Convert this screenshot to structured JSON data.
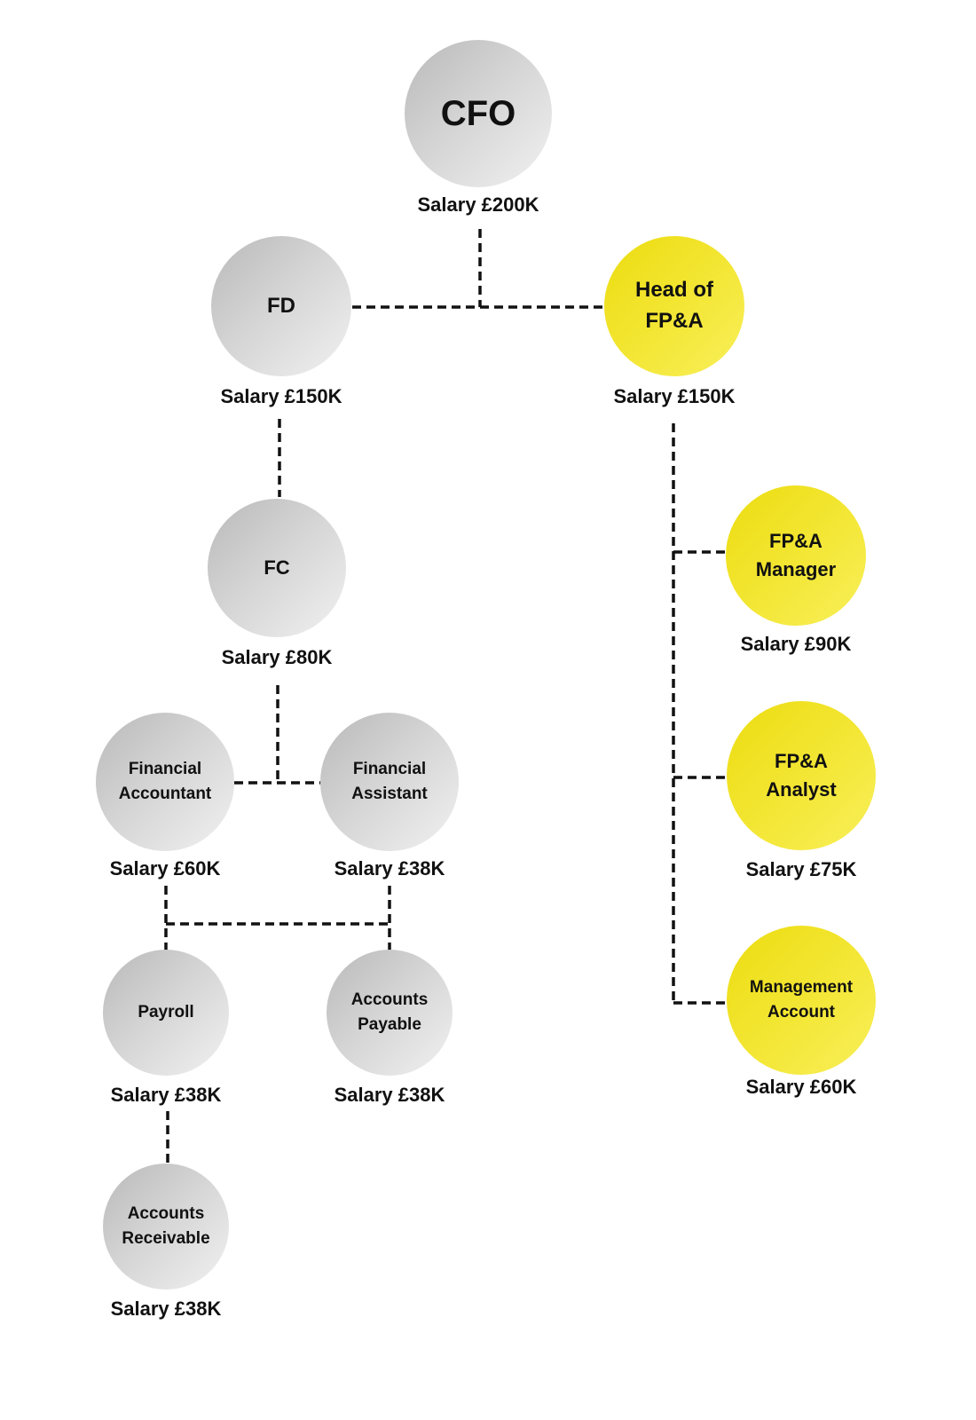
{
  "colors": {
    "finance_branch": "#d4d4d4",
    "fpa_branch": "#f3e633",
    "connector": "#111111"
  },
  "nodes": [
    {
      "id": "cfo",
      "title": "CFO",
      "salary": "Salary £200K",
      "branch": "grey"
    },
    {
      "id": "fd",
      "title": "FD",
      "salary": "Salary £150K",
      "branch": "grey"
    },
    {
      "id": "head-fpa",
      "title": "Head of FP&A",
      "salary": "Salary £150K",
      "branch": "yellow"
    },
    {
      "id": "fc",
      "title": "FC",
      "salary": "Salary £80K",
      "branch": "grey"
    },
    {
      "id": "financial-accountant",
      "title": "Financial Accountant",
      "salary": "Salary £60K",
      "branch": "grey"
    },
    {
      "id": "financial-assistant",
      "title": "Financial Assistant",
      "salary": "Salary £38K",
      "branch": "grey"
    },
    {
      "id": "payroll",
      "title": "Payroll",
      "salary": "Salary £38K",
      "branch": "grey"
    },
    {
      "id": "accounts-payable",
      "title": "Accounts Payable",
      "salary": "Salary £38K",
      "branch": "grey"
    },
    {
      "id": "accounts-receivable",
      "title": "Accounts Receivable",
      "salary": "Salary £38K",
      "branch": "grey"
    },
    {
      "id": "fpa-manager",
      "title": "FP&A Manager",
      "salary": "Salary £90K",
      "branch": "yellow"
    },
    {
      "id": "fpa-analyst",
      "title": "FP&A Analyst",
      "salary": "Salary £75K",
      "branch": "yellow"
    },
    {
      "id": "management-account",
      "title": "Management Account",
      "salary": "Salary £60K",
      "branch": "yellow"
    }
  ]
}
